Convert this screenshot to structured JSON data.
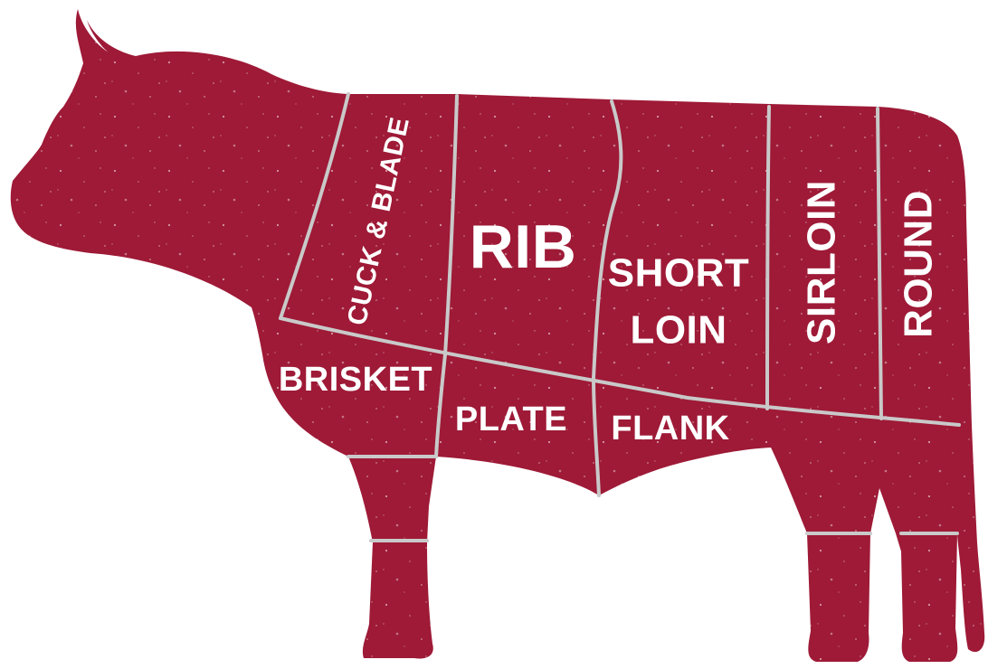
{
  "colors": {
    "body": "#9e1a37",
    "divider": "#c9c9c9",
    "label": "#ffffff",
    "background": "#ffffff"
  },
  "cuts": {
    "chuck_blade": "CUCK & BLADE",
    "rib": "RIB",
    "short_loin_line1": "SHORT",
    "short_loin_line2": "LOIN",
    "sirloin": "SIRLOIN",
    "round": "ROUND",
    "brisket": "BRISKET",
    "plate": "PLATE",
    "flank": "FLANK"
  }
}
